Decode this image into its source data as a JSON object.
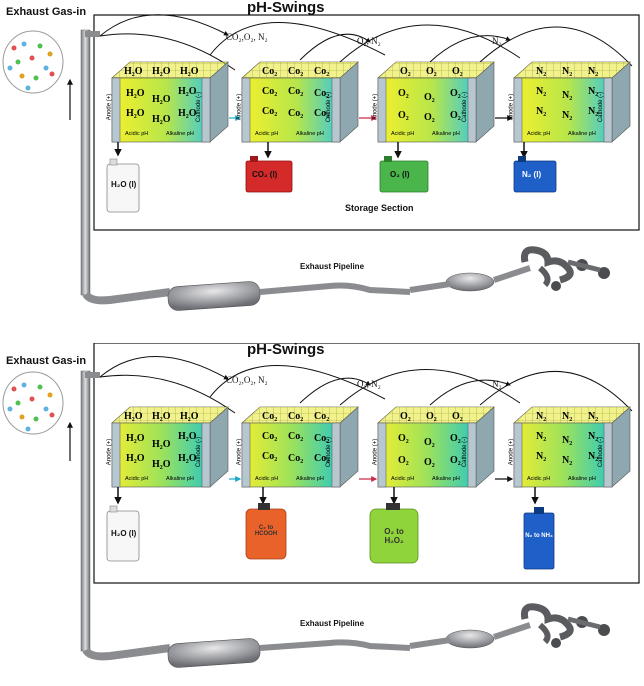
{
  "top": {
    "gas_in": "Exhaust Gas-in",
    "title": "pH-Swings",
    "flows": [
      "CO₂,O₂, N₂",
      "O₂, N₂",
      "N₂"
    ],
    "storage": "Storage Section",
    "pipeline": "Exhaust Pipeline",
    "cells": [
      {
        "molecules": [
          "H₂O",
          "H₂O",
          "H₂O",
          "H₂O",
          "H₂O",
          "H₂O",
          "H₂O",
          "H₂O",
          "H₂O"
        ]
      },
      {
        "molecules": [
          "Co₂",
          "Co₂",
          "Co₂",
          "Co₂",
          "Co₂",
          "Co₂",
          "Co₂",
          "Co₂",
          "Co₂"
        ]
      },
      {
        "molecules": [
          "O₂",
          "O₂",
          "O₂",
          "O₂",
          "O₂",
          "O₂",
          "O₂",
          "O₂",
          "O₂"
        ]
      },
      {
        "molecules": [
          "N₂",
          "N₂",
          "N₂",
          "N₂",
          "N₂",
          "N₂",
          "N₂",
          "N₂",
          "N₂"
        ]
      }
    ],
    "containers": [
      "H₂O (l)",
      "CO₂ (l)",
      "O₂ (l)",
      "N₂ (l)"
    ]
  },
  "bottom": {
    "gas_in": "Exhaust Gas-in",
    "title": "pH-Swings",
    "flows": [
      "CO₂,O₂, N₂",
      "O₂, N₂",
      "N₂"
    ],
    "pipeline": "Exhaust Pipeline",
    "cells": [
      {
        "molecules": [
          "H₂O",
          "H₂O",
          "H₂O",
          "H₂O",
          "H₂O",
          "H₂O",
          "H₂O",
          "H₂O",
          "H₂O"
        ]
      },
      {
        "molecules": [
          "Co₂",
          "Co₂",
          "Co₂",
          "Co₂",
          "Co₂",
          "Co₂",
          "Co₂",
          "Co₂",
          "Co₂"
        ]
      },
      {
        "molecules": [
          "O₂",
          "O₂",
          "O₂",
          "O₂",
          "O₂",
          "O₂",
          "O₂",
          "O₂",
          "O₂"
        ]
      },
      {
        "molecules": [
          "N₂",
          "N₂",
          "N₂",
          "N₂",
          "N₂",
          "N₂",
          "N₂",
          "N₂",
          "N₂"
        ]
      }
    ],
    "containers": [
      "H₂O (l)",
      "C₂ to HCOOH",
      "O₂ to H₂O₂",
      "N₂ to NH₃"
    ]
  },
  "cell_labels": {
    "anode": "Anode (+)",
    "cathode": "Cathode (-)",
    "acidic": "Acidic pH",
    "alkaline": "Alkaline pH"
  },
  "colors": {
    "yellow": "#f5f02a",
    "green": "#3fd16a",
    "cyan": "#3ec9d6",
    "red_container": "#d42a2a",
    "green_container": "#49b54a",
    "blue_container": "#1f5fc8",
    "orange_container": "#e8622a",
    "lime_container": "#8fd43a"
  }
}
